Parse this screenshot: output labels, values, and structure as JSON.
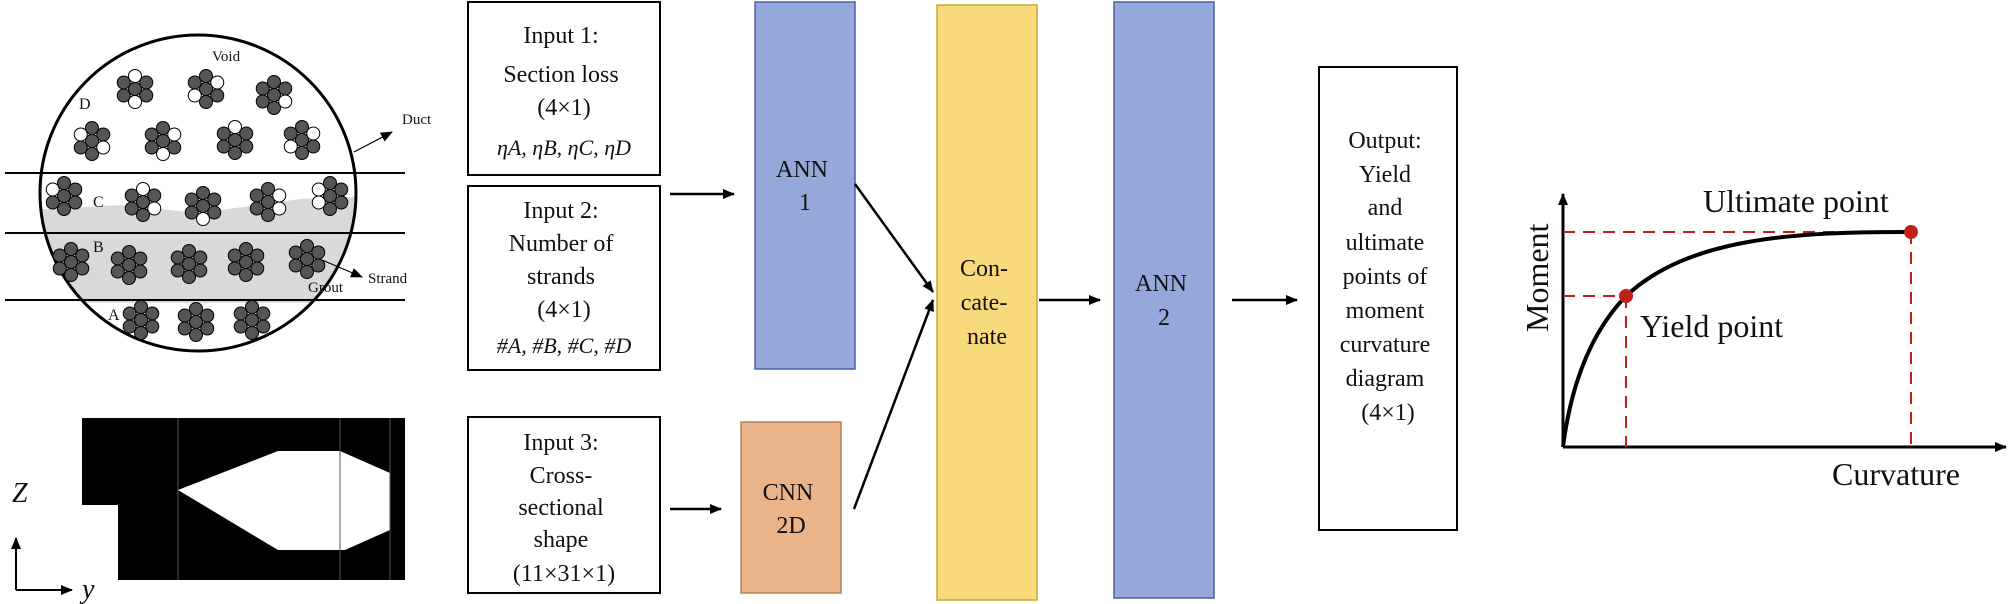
{
  "duct_section": {
    "void_label": "Void",
    "duct_label": "Duct",
    "strand_label": "Strand",
    "grout_label": "Grout",
    "layers": [
      "D",
      "C",
      "B",
      "A"
    ]
  },
  "axes": {
    "z": "Z",
    "y": "y"
  },
  "inputs": [
    {
      "title": "Input 1:",
      "lines": [
        "Section loss",
        "(4×1)"
      ],
      "vars": "ηA, ηB, ηC, ηD"
    },
    {
      "title": "Input 2:",
      "lines": [
        "Number of",
        "strands",
        "(4×1)"
      ],
      "vars": "#A, #B, #C, #D"
    },
    {
      "title": "Input 3:",
      "lines": [
        "Cross-",
        "sectional",
        "shape",
        "(11×31×1)"
      ]
    }
  ],
  "blocks": {
    "ann1": [
      "ANN",
      "1"
    ],
    "cnn": [
      "CNN",
      "2D"
    ],
    "concat": [
      "Con-",
      "cate-",
      "nate"
    ],
    "ann2": [
      "ANN",
      "2"
    ]
  },
  "output": [
    "Output:",
    "Yield",
    "and",
    "ultimate",
    "points of",
    "moment",
    "curvature",
    "diagram",
    "(4×1)"
  ],
  "curve": {
    "ylabel": "Moment",
    "xlabel": "Curvature",
    "yield_label": "Yield point",
    "ultimate_label": "Ultimate point"
  },
  "colors": {
    "ann": "#95a8d9",
    "cnn": "#e9b48a",
    "concat": "#f8d97c",
    "point": "#c0201c",
    "layer_label": "#d0261f",
    "grout": "#d9d9d9"
  }
}
